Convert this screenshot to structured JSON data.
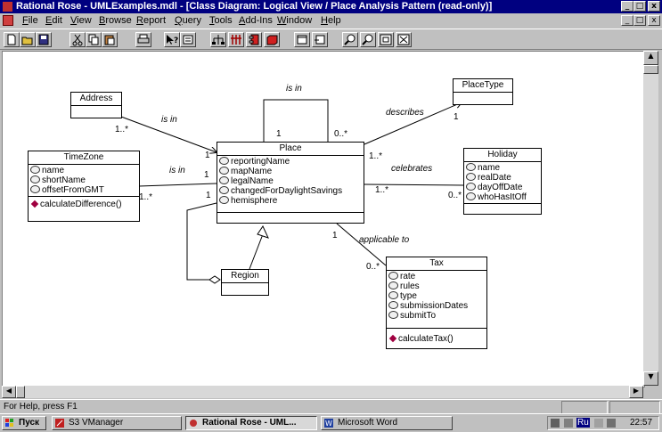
{
  "window": {
    "title": "Rational Rose - UMLExamples.mdl - [Class Diagram: Logical View / Place Analysis Pattern (read-only)]",
    "buttons": [
      "_",
      "□",
      "x"
    ]
  },
  "menu": {
    "items": [
      {
        "pre": "",
        "u": "F",
        "post": "ile"
      },
      {
        "pre": "",
        "u": "E",
        "post": "dit"
      },
      {
        "pre": "",
        "u": "V",
        "post": "iew"
      },
      {
        "pre": "",
        "u": "B",
        "post": "rowse"
      },
      {
        "pre": "",
        "u": "R",
        "post": "eport"
      },
      {
        "pre": "",
        "u": "Q",
        "post": "uery"
      },
      {
        "pre": "",
        "u": "T",
        "post": "ools"
      },
      {
        "pre": "",
        "u": "A",
        "post": "dd-Ins"
      },
      {
        "pre": "",
        "u": "W",
        "post": "indow"
      },
      {
        "pre": "",
        "u": "H",
        "post": "elp"
      }
    ],
    "doc_buttons": [
      "_",
      "□",
      "x"
    ]
  },
  "toolbar": {
    "buttons": [
      "new-icon",
      "open-icon",
      "save-icon",
      "cut-icon",
      "copy-icon",
      "paste-icon",
      "print-icon",
      "context-help-icon",
      "view-doc-icon",
      "browse-class-icon",
      "browse-interaction-icon",
      "browse-component-icon",
      "browse-deployment-icon",
      "browse-parent-icon",
      "browse-previous-icon",
      "zoom-in-icon",
      "zoom-out-icon",
      "fit-window-icon",
      "undo-fit-icon"
    ]
  },
  "diagram": {
    "classes": {
      "address": {
        "name": "Address",
        "attributes": [],
        "operations": []
      },
      "timezone": {
        "name": "TimeZone",
        "attributes": [
          "name",
          "shortName",
          "offsetFromGMT"
        ],
        "operations": [
          "calculateDifference()"
        ]
      },
      "place": {
        "name": "Place",
        "attributes": [
          "reportingName",
          "mapName",
          "legalName",
          "changedForDaylightSavings",
          "hemisphere"
        ],
        "operations": []
      },
      "placetype": {
        "name": "PlaceType",
        "attributes": [],
        "operations": []
      },
      "holiday": {
        "name": "Holiday",
        "attributes": [
          "name",
          "realDate",
          "dayOffDate",
          "whoHasItOff"
        ],
        "operations": []
      },
      "region": {
        "name": "Region",
        "attributes": [],
        "operations": []
      },
      "tax": {
        "name": "Tax",
        "attributes": [
          "rate",
          "rules",
          "type",
          "submissionDates",
          "submitTo"
        ],
        "operations": [
          "calculateTax()"
        ]
      }
    },
    "labels": {
      "is_in_self": "is in",
      "is_in_address": "is in",
      "is_in_timezone": "is in",
      "describes": "describes",
      "celebrates": "celebrates",
      "applicable_to": "applicable to"
    },
    "multiplicities": {
      "self_1": "1",
      "self_many": "0..*",
      "address_1": "1..*",
      "address_place_1": "1",
      "timezone_place_1": "1",
      "timezone_many": "1..*",
      "place_region_1": "1",
      "describes_place": "1..*",
      "describes_type": "1",
      "celebrates_place": "1..*",
      "celebrates_holiday": "0..*",
      "tax_place": "1",
      "tax_many": "0..*"
    }
  },
  "status": {
    "text": "For Help, press F1"
  },
  "taskbar": {
    "start": "Пуск",
    "tasks": [
      "S3 VManager",
      "Rational Rose - UML...",
      "Microsoft Word"
    ],
    "lang": "Ru",
    "time": "22:57"
  }
}
